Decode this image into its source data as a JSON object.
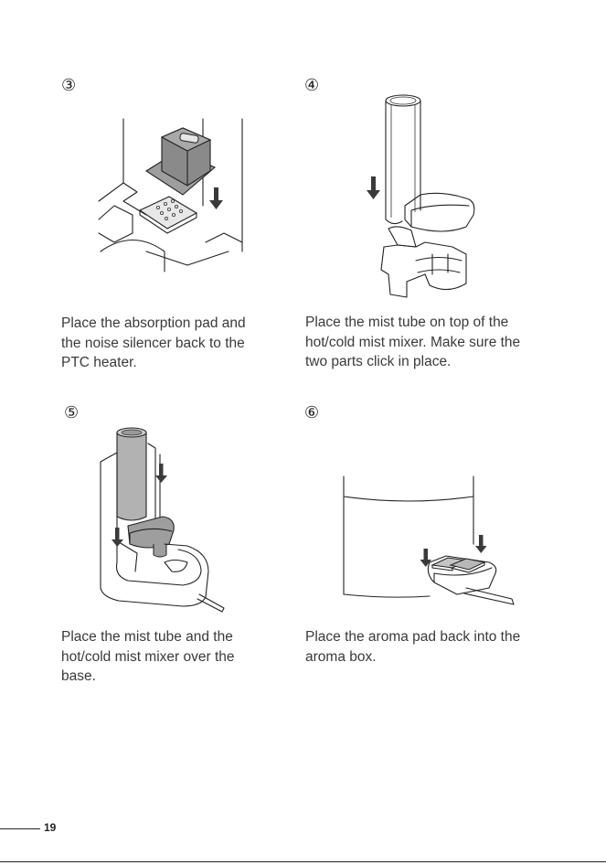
{
  "steps": [
    {
      "number": "③",
      "caption": [
        "Place the absorption pad and",
        "the noise silencer back to the",
        "PTC heater."
      ]
    },
    {
      "number": "④",
      "caption": [
        "Place the mist tube on top of the",
        "hot/cold mist mixer. Make sure the",
        "two parts click in place."
      ]
    },
    {
      "number": "⑤",
      "caption": [
        "Place the mist tube and the",
        "hot/cold mist mixer over the",
        "base."
      ]
    },
    {
      "number": "⑥",
      "caption": [
        "Place the aroma pad back into the",
        "aroma box."
      ]
    }
  ],
  "page_number": "19"
}
